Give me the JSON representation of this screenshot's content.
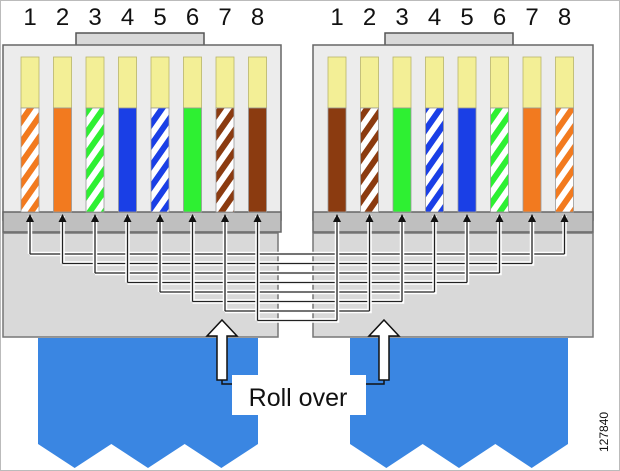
{
  "caption": "Roll over",
  "figure_id": "127840",
  "pin_numbers": [
    "1",
    "2",
    "3",
    "4",
    "5",
    "6",
    "7",
    "8"
  ],
  "colors": {
    "orange": "#f27a1f",
    "green": "#2ef032",
    "blue": "#1a3fe6",
    "brown": "#8b3b10",
    "white": "#ffffff",
    "contact_yellow": "#f3ef96",
    "jacket_blue": "#3a86e2",
    "housing_grey": "#d9d9d9"
  },
  "left_connector": {
    "wires": [
      {
        "pin": 1,
        "color": "orange",
        "striped": true
      },
      {
        "pin": 2,
        "color": "orange",
        "striped": false
      },
      {
        "pin": 3,
        "color": "green",
        "striped": true
      },
      {
        "pin": 4,
        "color": "blue",
        "striped": false
      },
      {
        "pin": 5,
        "color": "blue",
        "striped": true
      },
      {
        "pin": 6,
        "color": "green",
        "striped": false
      },
      {
        "pin": 7,
        "color": "brown",
        "striped": true
      },
      {
        "pin": 8,
        "color": "brown",
        "striped": false
      }
    ]
  },
  "right_connector": {
    "wires": [
      {
        "pin": 1,
        "color": "brown",
        "striped": false
      },
      {
        "pin": 2,
        "color": "brown",
        "striped": true
      },
      {
        "pin": 3,
        "color": "green",
        "striped": false
      },
      {
        "pin": 4,
        "color": "blue",
        "striped": true
      },
      {
        "pin": 5,
        "color": "blue",
        "striped": false
      },
      {
        "pin": 6,
        "color": "green",
        "striped": true
      },
      {
        "pin": 7,
        "color": "orange",
        "striped": false
      },
      {
        "pin": 8,
        "color": "orange",
        "striped": true
      }
    ]
  },
  "rollover_map": [
    {
      "left_pin": 1,
      "right_pin": 8
    },
    {
      "left_pin": 2,
      "right_pin": 7
    },
    {
      "left_pin": 3,
      "right_pin": 6
    },
    {
      "left_pin": 4,
      "right_pin": 5
    },
    {
      "left_pin": 5,
      "right_pin": 4
    },
    {
      "left_pin": 6,
      "right_pin": 3
    },
    {
      "left_pin": 7,
      "right_pin": 2
    },
    {
      "left_pin": 8,
      "right_pin": 1
    }
  ]
}
